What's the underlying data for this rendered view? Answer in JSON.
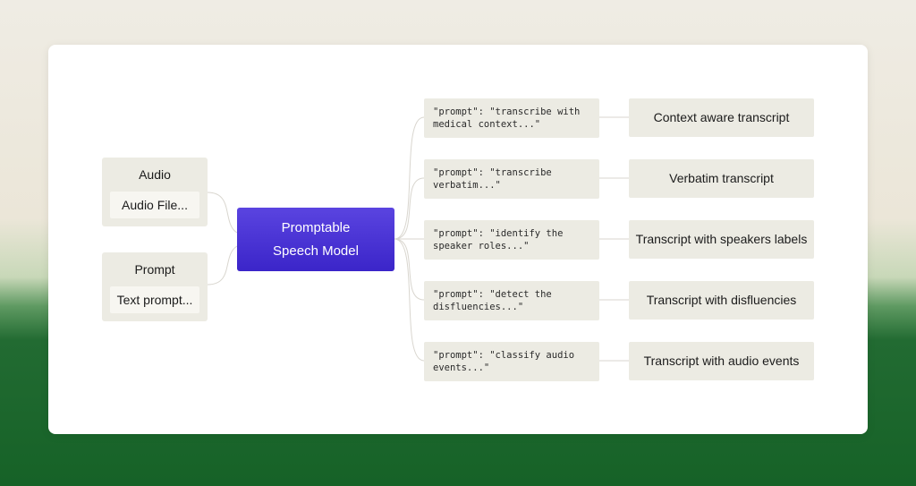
{
  "inputs": {
    "audio": {
      "title": "Audio",
      "value": "Audio File..."
    },
    "prompt": {
      "title": "Prompt",
      "value": "Text prompt..."
    }
  },
  "model": {
    "line1": "Promptable",
    "line2": "Speech Model",
    "color": "#4a34d6"
  },
  "branches": [
    {
      "prompt": "\"prompt\": \"transcribe with\nmedical context...\"",
      "output": "Context aware transcript"
    },
    {
      "prompt": "\"prompt\": \"transcribe\nverbatim...\"",
      "output": "Verbatim transcript"
    },
    {
      "prompt": "\"prompt\": \"identify the\nspeaker roles...\"",
      "output": "Transcript with speakers labels"
    },
    {
      "prompt": "\"prompt\": \"detect the\ndisfluencies...\"",
      "output": "Transcript with disfluencies"
    },
    {
      "prompt": "\"prompt\": \"classify audio\nevents...\"",
      "output": "Transcript with audio events"
    }
  ]
}
